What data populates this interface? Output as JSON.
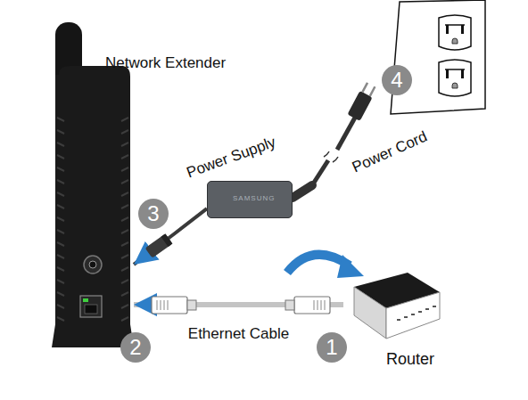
{
  "diagram": {
    "nodes": [
      {
        "text": [
          "Network Extender"
        ]
      },
      {
        "text": [
          "Power Supply",
          "SAMSUNG"
        ]
      },
      {
        "text": [
          "Router"
        ]
      }
    ],
    "edges": [
      {
        "from": 1,
        "to": 0,
        "arrow": "to"
      },
      {
        "from": 2,
        "to": 0,
        "label": "Ethernet Cable",
        "arrow": "to"
      }
    ],
    "labels": [
      "Power Cord",
      "1",
      "2",
      "3",
      "4"
    ]
  }
}
